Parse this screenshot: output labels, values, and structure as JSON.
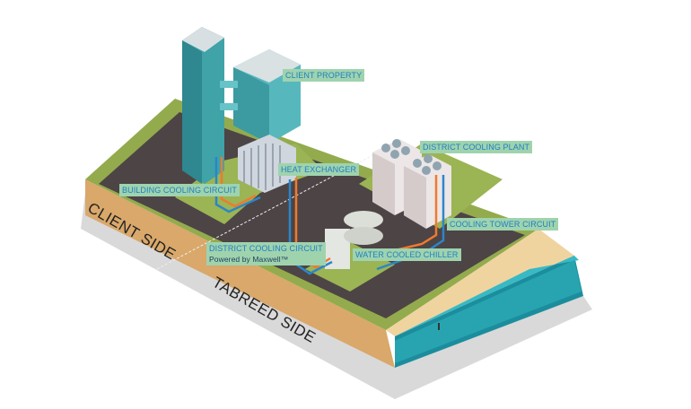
{
  "labels": {
    "client_property": "CLIENT PROPERTY",
    "district_cooling_plant": "DISTRICT COOLING PLANT",
    "heat_exchanger": "HEAT EXCHANGER",
    "building_cooling_circuit": "BUILDING COOLING CIRCUIT",
    "cooling_tower_circuit": "COOLING TOWER CIRCUIT",
    "district_cooling_circuit": "DISTRICT COOLING CIRCUIT",
    "powered_by": "Powered by Maxwell™",
    "water_cooled_chiller": "WATER COOLED CHILLER"
  },
  "sides": {
    "client": "CLIENT SIDE",
    "tabreed": "TABREED SIDE"
  },
  "colors": {
    "label_bg": "#9fd3ae",
    "label_text": "#1f7fc4",
    "pipe_blue": "#2b86c9",
    "pipe_orange": "#ee7a2f",
    "road": "#4d4446",
    "grass": "#8fa84a",
    "sand": "#e3bf86",
    "sea": "#2aa6b3"
  }
}
